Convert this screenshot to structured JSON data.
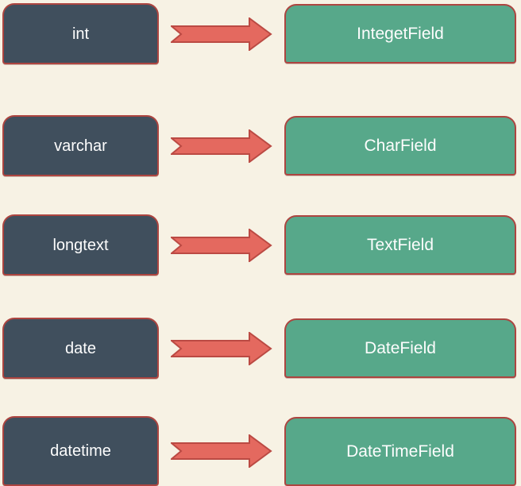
{
  "rows": [
    {
      "source": "int",
      "target": "IntegetField"
    },
    {
      "source": "varchar",
      "target": "CharField"
    },
    {
      "source": "longtext",
      "target": "TextField"
    },
    {
      "source": "date",
      "target": "DateField"
    },
    {
      "source": "datetime",
      "target": "DateTimeField"
    }
  ],
  "colors": {
    "background": "#f7f2e4",
    "source_box_fill": "#404f5d",
    "target_box_fill": "#57a88a",
    "box_border": "#ad4540",
    "arrow_fill": "#e4695f",
    "arrow_border": "#bb4a43",
    "label_text": "#fdfdfd"
  }
}
